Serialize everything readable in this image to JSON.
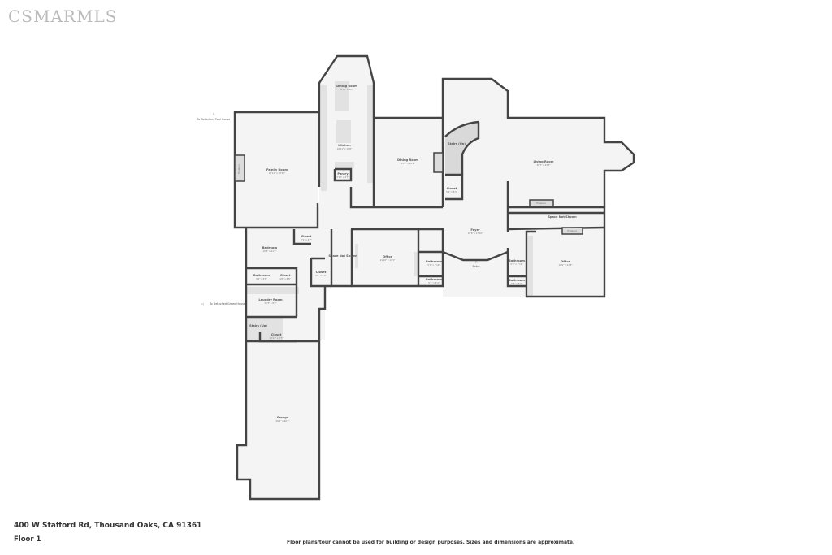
{
  "plan": {
    "rooms": {
      "family_room": {
        "name": "Family Room",
        "dim": "20'11\" x 28'10\""
      },
      "dining_room_kitchen": {
        "name": "Dining Room",
        "dim": "16'11\" x 19'4\""
      },
      "kitchen": {
        "name": "Kitchen",
        "dim": "16'11\" x 19'8\""
      },
      "pantry": {
        "name": "Pantry",
        "dim": "5'10\" x 4'7\""
      },
      "dining_room": {
        "name": "Dining Room",
        "dim": "21'1\" x 20'9\""
      },
      "stairs_main": {
        "name": "Stairs (Up)"
      },
      "closet_foyer": {
        "name": "Closet",
        "dim": "5'4\" x 6'3\""
      },
      "living_room": {
        "name": "Living Room",
        "dim": "36'7\" x 23'3\""
      },
      "foyer": {
        "name": "Foyer",
        "dim": "18'8\" x 17'10\""
      },
      "entry": {
        "name": "Entry"
      },
      "space_not_shown_right": {
        "name": "Space Not Shown"
      },
      "office_right": {
        "name": "Office",
        "dim": "18'0\" x 21'8\""
      },
      "bathroom_right_1": {
        "name": "Bathroom",
        "dim": "5'8\" x 7'11\""
      },
      "bathroom_right_2": {
        "name": "Bathroom",
        "dim": "5'8\" x 3'4\""
      },
      "office_center": {
        "name": "Office",
        "dim": "21'10\" x 17'1\""
      },
      "space_not_shown_center": {
        "name": "Space Not Shown"
      },
      "closet_center": {
        "name": "Closet",
        "dim": "5'6\" x 6'8\""
      },
      "bathroom_center_1": {
        "name": "Bathroom",
        "dim": "5'7\" x 7'10\""
      },
      "bathroom_center_2": {
        "name": "Bathroom",
        "dim": "5'7\" x 3'4\""
      },
      "bedroom": {
        "name": "Bedroom",
        "dim": "16'8\" x 11'8\""
      },
      "closet_hall": {
        "name": "Closet",
        "dim": "7'1\" x 4'7\""
      },
      "bathroom_left": {
        "name": "Bathroom",
        "dim": "9'6\" x 6'8\""
      },
      "closet_left": {
        "name": "Closet",
        "dim": "4'8\" x 6'8\""
      },
      "laundry_room": {
        "name": "Laundry Room",
        "dim": "15'3\" x 8'3\""
      },
      "stairs_left": {
        "name": "Stairs (Up)"
      },
      "closet_garage": {
        "name": "Closet",
        "dim": "10'11\" x 2'7\""
      },
      "garage": {
        "name": "Garage",
        "dim": "26'2\" x 60'1\""
      }
    },
    "fixtures": {
      "fireplace": "Fireplace"
    },
    "external_links": {
      "pool_house": "To Detached Pool House",
      "green_house": "To Detached Green House"
    }
  },
  "footer": {
    "address": "400 W Stafford Rd, Thousand Oaks, CA 91361",
    "floor": "Floor 1",
    "disclaimer": "Floor plans/tour cannot be used for building or design purposes. Sizes and dimensions are approximate.",
    "watermark": "CSMARMLS"
  }
}
